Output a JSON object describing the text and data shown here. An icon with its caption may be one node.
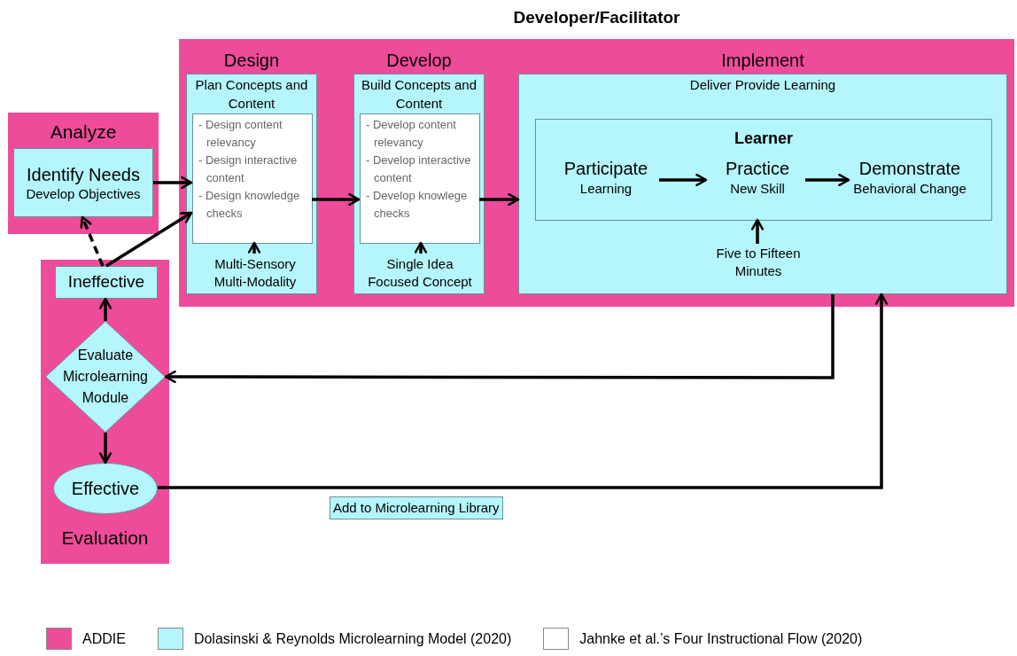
{
  "diagram": {
    "nodes": [
      {
        "text": [
          "Analyze"
        ]
      },
      {
        "text": [
          "Identify Needs",
          "Develop Objectives"
        ],
        "in": 0
      },
      {
        "text": [
          "Developer/Facilitator"
        ]
      },
      {
        "text": [
          "Design",
          "Plan Concepts and Content"
        ],
        "in": 2
      },
      {
        "text": [
          "- Design content relevancy",
          "- Design interactive content",
          "- Design knowledge checks"
        ],
        "in": 3
      },
      {
        "text": [
          "Multi-Sensory Multi-Modality"
        ],
        "in": 3
      },
      {
        "text": [
          "Develop",
          "Build Concepts and Content"
        ],
        "in": 2
      },
      {
        "text": [
          "- Develop content relevancy",
          "- Develop interactive content",
          "- Develop knowlege checks"
        ],
        "in": 6
      },
      {
        "text": [
          "Single Idea Focused Concept"
        ],
        "in": 6
      },
      {
        "text": [
          "Implement",
          "Deliver Provide Learning"
        ],
        "in": 2
      },
      {
        "text": [
          "Learner"
        ],
        "in": 9
      },
      {
        "text": [
          "Participate",
          "Learning"
        ],
        "in": 10
      },
      {
        "text": [
          "Practice",
          "New Skill"
        ],
        "in": 10
      },
      {
        "text": [
          "Demonstrate",
          "Behavioral Change"
        ],
        "in": 10
      },
      {
        "text": [
          "Five to Fifteen Minutes"
        ],
        "in": 9
      },
      {
        "text": [
          "Evaluation"
        ]
      },
      {
        "text": [
          "Ineffective"
        ],
        "in": 15
      },
      {
        "text": [
          "Evaluate Microlearning Module"
        ],
        "in": 15
      },
      {
        "text": [
          "Effective"
        ],
        "in": 15
      }
    ],
    "edges": [
      {
        "from": 1,
        "to": 4,
        "arrow": "to"
      },
      {
        "from": 16,
        "to": 1,
        "arrow": "to",
        "style": "dashed"
      },
      {
        "from": 16,
        "to": 4,
        "arrow": "to"
      },
      {
        "from": 5,
        "to": 4,
        "arrow": "to"
      },
      {
        "from": 4,
        "to": 7,
        "arrow": "to"
      },
      {
        "from": 8,
        "to": 7,
        "arrow": "to"
      },
      {
        "from": 7,
        "to": 9,
        "arrow": "to"
      },
      {
        "from": 11,
        "to": 12,
        "arrow": "to"
      },
      {
        "from": 12,
        "to": 13,
        "arrow": "to"
      },
      {
        "from": 14,
        "to": 10,
        "arrow": "to"
      },
      {
        "from": 9,
        "to": 17,
        "arrow": "to"
      },
      {
        "from": 18,
        "to": 9,
        "arrow": "to",
        "label": "Add to Microlearning Library"
      },
      {
        "from": 17,
        "to": 16,
        "arrow": "to"
      },
      {
        "from": 17,
        "to": 18,
        "arrow": "to"
      }
    ],
    "legend": [
      {
        "text": "ADDIE",
        "color": "#ee4c9a"
      },
      {
        "text": "Dolasinski & Reynolds Microlearning Model (2020)",
        "color": "#b5f5fc"
      },
      {
        "text": "Jahnke et al.’s Four Instructional Flow (2020)",
        "color": "#ffffff"
      }
    ]
  }
}
